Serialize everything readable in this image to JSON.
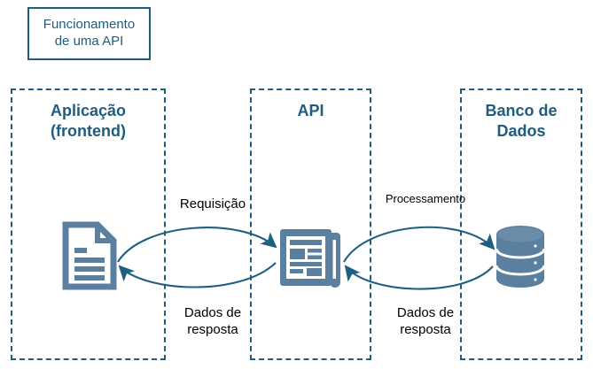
{
  "diagram": {
    "title": "Funcionamento de\numa API",
    "title_color": "#1F5C7E",
    "icon_color": "#5B7F9E",
    "arrow_color": "#1F6080",
    "label_color": "#000000",
    "background": "#FFFFFF"
  },
  "lanes": [
    {
      "id": "frontend",
      "label": "Aplicação\n(frontend)",
      "icon": "document-icon"
    },
    {
      "id": "api",
      "label": "API",
      "icon": "newspaper-icon"
    },
    {
      "id": "database",
      "label": "Banco de\nDados",
      "icon": "database-icon"
    }
  ],
  "flows": [
    {
      "id": "requisicao",
      "label": "Requisição",
      "from": "frontend",
      "to": "api",
      "direction": "right"
    },
    {
      "id": "resposta-left",
      "label": "Dados de\nresposta",
      "from": "api",
      "to": "frontend",
      "direction": "left"
    },
    {
      "id": "processamento",
      "label": "Processamento",
      "from": "api",
      "to": "database",
      "direction": "right"
    },
    {
      "id": "resposta-right",
      "label": "Dados de\nresposta",
      "from": "database",
      "to": "api",
      "direction": "left"
    }
  ]
}
